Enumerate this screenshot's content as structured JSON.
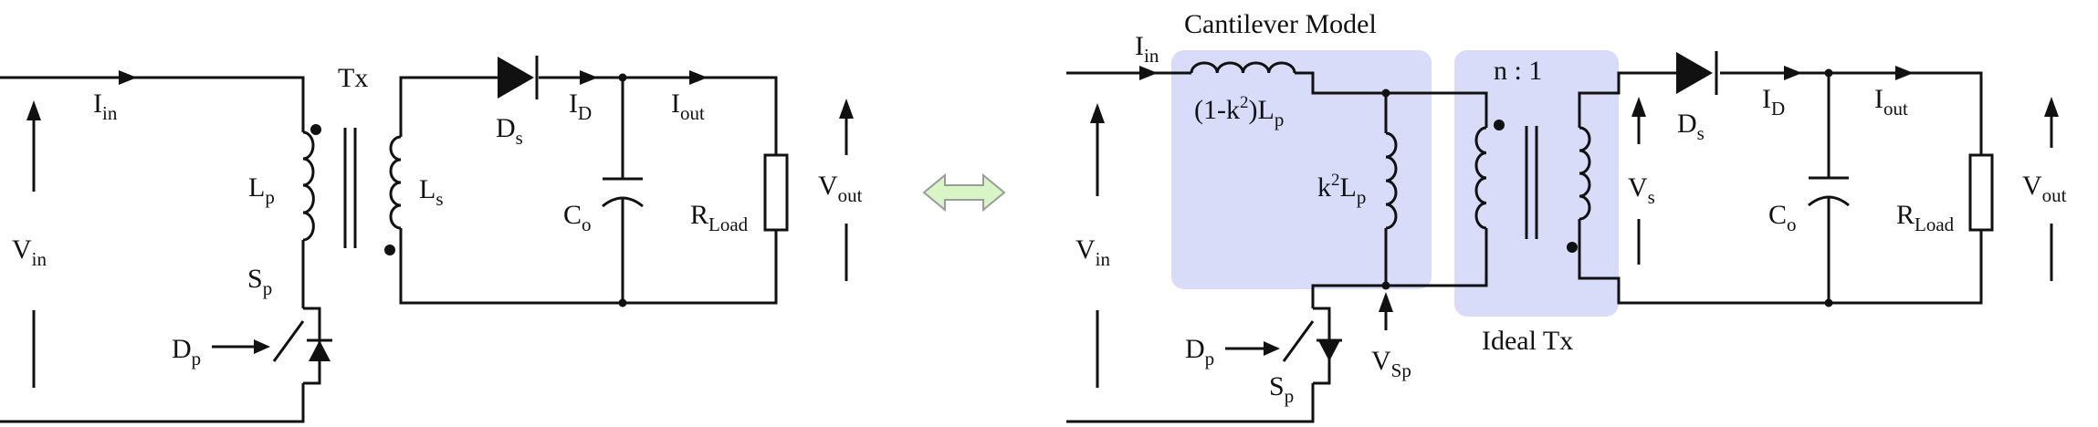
{
  "left_circuit": {
    "labels": {
      "transformer": "Tx",
      "input_current": {
        "base": "I",
        "sub": "in"
      },
      "input_voltage": {
        "base": "V",
        "sub": "in"
      },
      "primary_inductance": {
        "base": "L",
        "sub": "p"
      },
      "primary_switch": {
        "base": "S",
        "sub": "p"
      },
      "primary_diode": {
        "base": "D",
        "sub": "p"
      },
      "secondary_inductance": {
        "base": "L",
        "sub": "s"
      },
      "secondary_diode": {
        "base": "D",
        "sub": "s"
      },
      "diode_current": {
        "base": "I",
        "sub": "D"
      },
      "output_current": {
        "base": "I",
        "sub": "out"
      },
      "output_capacitor": {
        "base": "C",
        "sub": "o"
      },
      "load_resistor": {
        "base": "R",
        "sub": "Load"
      },
      "output_voltage": {
        "base": "V",
        "sub": "out"
      }
    }
  },
  "right_circuit": {
    "labels": {
      "cantilever_model": "Cantilever Model",
      "turns_ratio": "n : 1",
      "ideal_transformer": "Ideal Tx",
      "input_current": {
        "base": "I",
        "sub": "in"
      },
      "input_voltage": {
        "base": "V",
        "sub": "in"
      },
      "leakage_inductance": {
        "pre": "(1-k",
        "sup": "2",
        "mid": ")L",
        "sub": "p"
      },
      "magnetizing_inductance": {
        "pre": "k",
        "sup": "2",
        "mid": "L",
        "sub": "p"
      },
      "secondary_voltage": {
        "base": "V",
        "sub": "s"
      },
      "secondary_diode": {
        "base": "D",
        "sub": "s"
      },
      "diode_current": {
        "base": "I",
        "sub": "D"
      },
      "output_current": {
        "base": "I",
        "sub": "out"
      },
      "output_capacitor": {
        "base": "C",
        "sub": "o"
      },
      "load_resistor": {
        "base": "R",
        "sub": "Load"
      },
      "output_voltage": {
        "base": "V",
        "sub": "out"
      },
      "primary_diode": {
        "base": "D",
        "sub": "p"
      },
      "primary_switch": {
        "base": "S",
        "sub": "p"
      },
      "switch_voltage": {
        "base": "V",
        "sub": "Sp"
      }
    }
  },
  "colors": {
    "wire": "#111111",
    "highlight_box": "#d8dcf8",
    "equivalence_arrow_fill": "#d7f5c5",
    "equivalence_arrow_stroke": "#9a9a9a"
  }
}
